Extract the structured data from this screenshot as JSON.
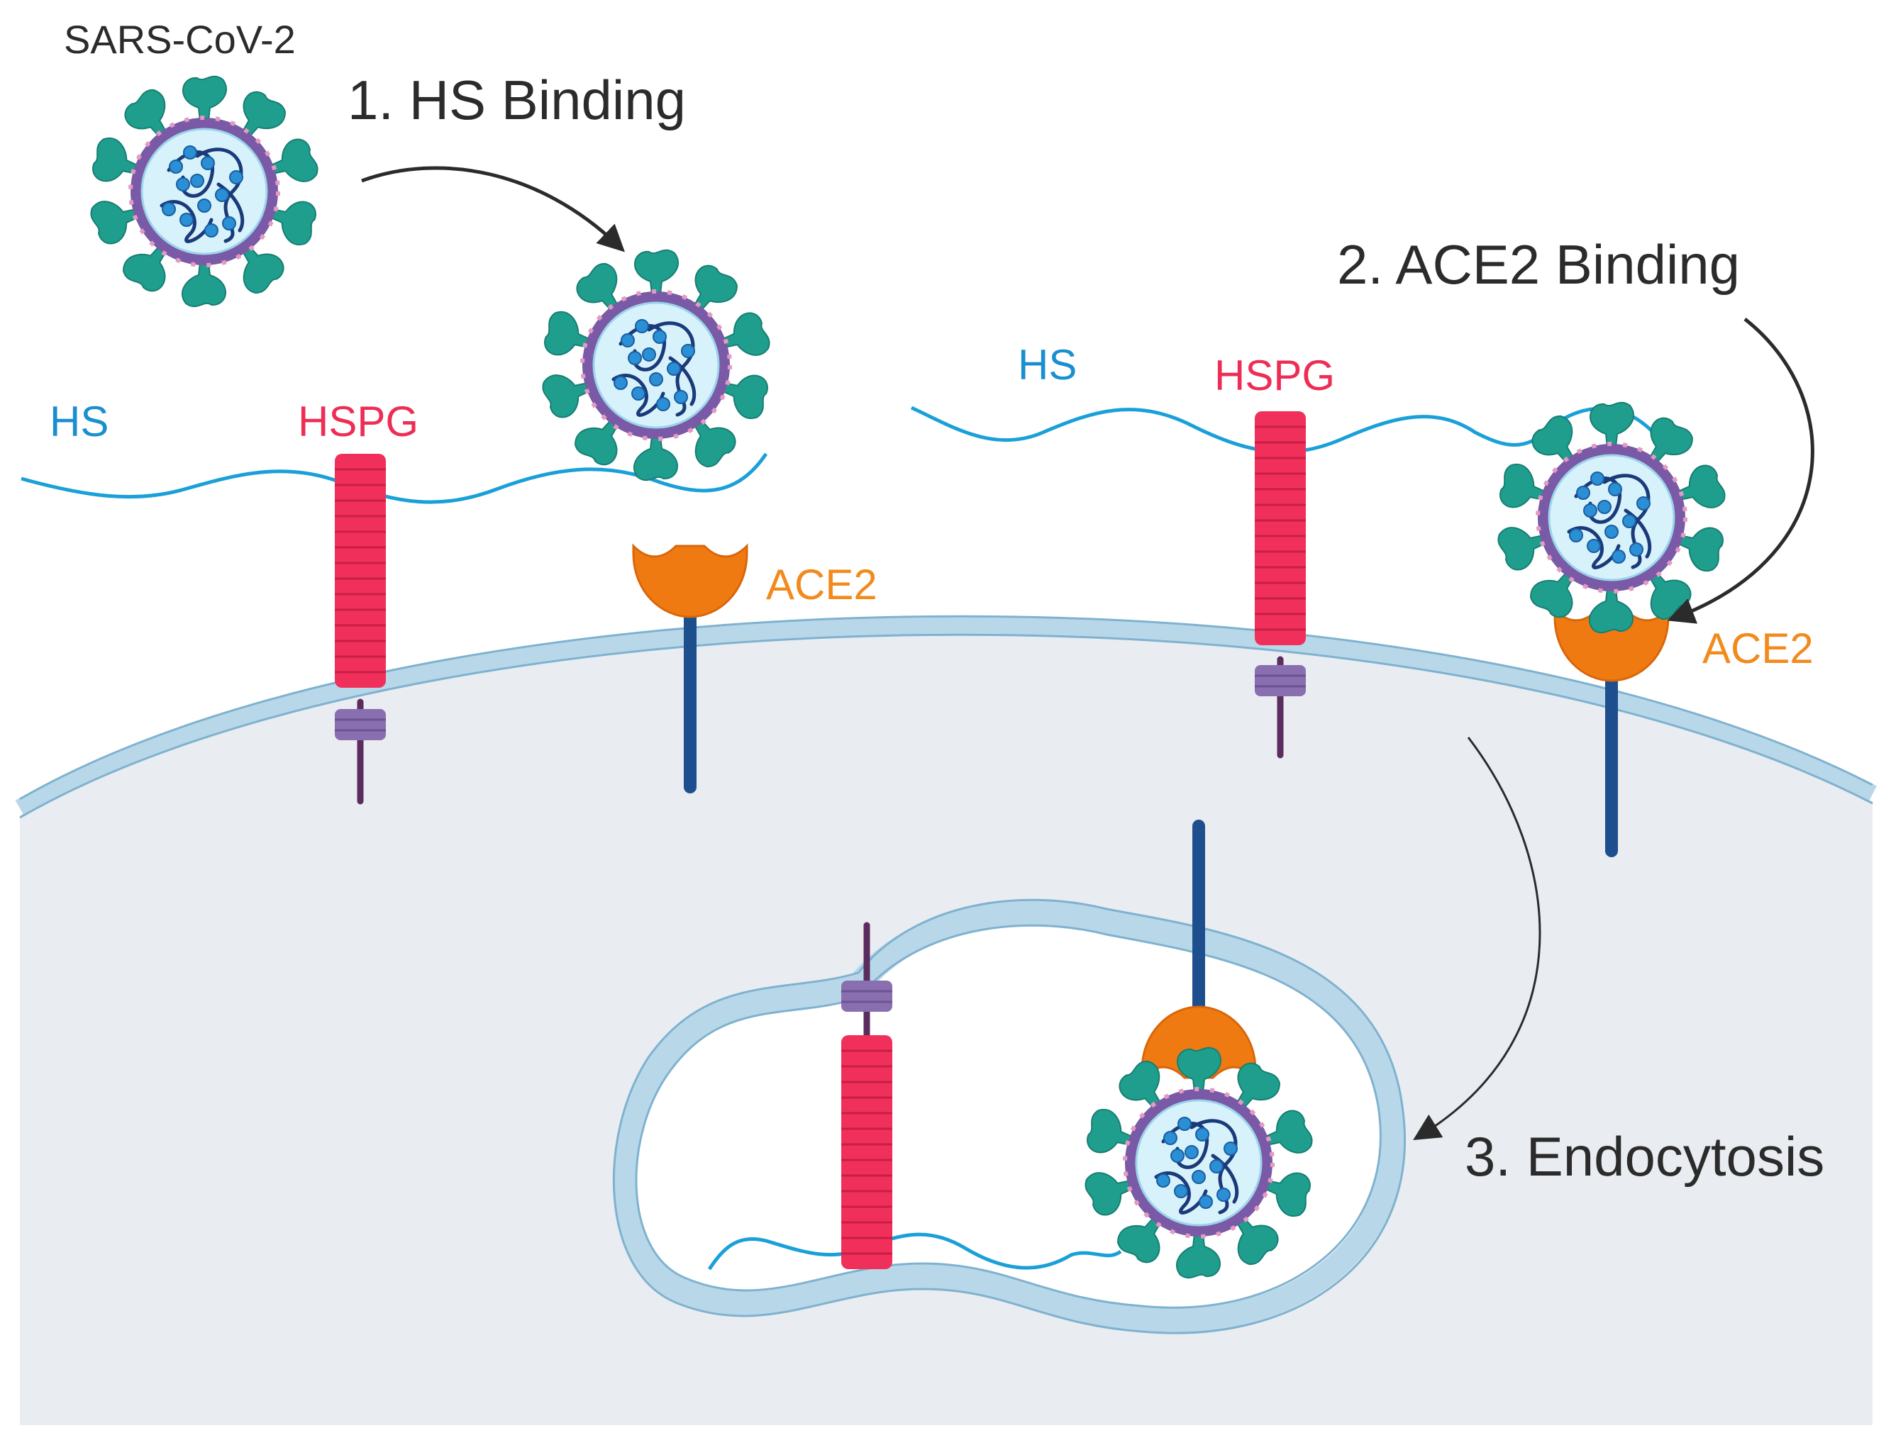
{
  "labels": {
    "virus": "SARS-CoV-2",
    "step1": "1. HS Binding",
    "step2": "2. ACE2 Binding",
    "step3": "3. Endocytosis",
    "hs": "HS",
    "hspg": "HSPG",
    "ace2": "ACE2"
  },
  "colors": {
    "hs_chain": "#1aa0d8",
    "hspg": "#f0305a",
    "ace2": "#f07a12",
    "receptor_stalk": "#1d4f8f",
    "anchor": "#8a6fb0",
    "stalk": "#5a2d5e",
    "membrane": "#b8d8ea",
    "cytoplasm": "#e9ecf1",
    "spike": "#1f9e8e",
    "envelope": "#7a5aa6",
    "capsid": "#d8f2fb",
    "rna": "#1a3a7a",
    "nucleoprotein": "#2b8fd6"
  }
}
